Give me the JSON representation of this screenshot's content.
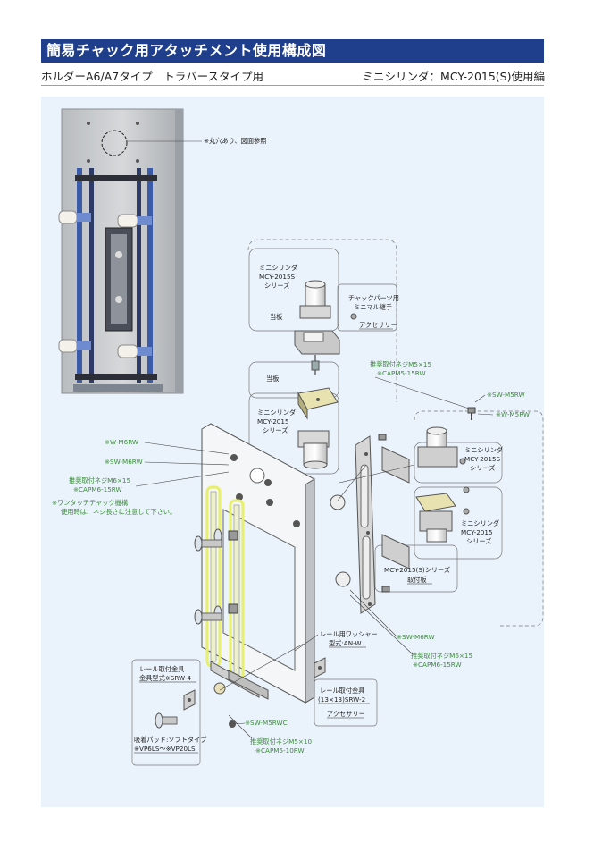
{
  "header": {
    "title": "簡易チャック用アタッチメント使用構成図",
    "subtitle_left": "ホルダーA6/A7タイプ　トラバースタイプ用",
    "subtitle_right": "ミニシリンダ：MCY-2015(S)使用編"
  },
  "labels": {
    "hole_note": "※丸穴あり、図面参照",
    "mini_cyl_s_top": [
      "ミニシリンダ",
      "MCY-2015S",
      "シリーズ"
    ],
    "chuck_joint": [
      "チャックパーツ用",
      "ミニマル継手"
    ],
    "accessory_1": "アクセサリー",
    "plate_1": "当板",
    "plate_2": "当板",
    "mini_cyl_mid": [
      "ミニシリンダ",
      "MCY-2015",
      "シリーズ"
    ],
    "screw_m5_rec": "推奨取付ネジM5×15",
    "screw_m5_part": "※CAPM5-15RW",
    "sw_m5rw": "※SW-M5RW",
    "w_m5rw": "※W-M5RW",
    "w_m6rw": "※W-M6RW",
    "sw_m6rw": "※SW-M6RW",
    "screw_m6_rec": "推奨取付ネジM6×15",
    "screw_m6_part": "※CAPM6-15RW",
    "one_touch_note": [
      "※ワンタッチチャック機構",
      "使用時は、ネジ長さに注意して下さい。"
    ],
    "mini_cyl_s_right": [
      "ミニシリンダ",
      "MCY-2015S",
      "シリーズ"
    ],
    "mini_cyl_right": [
      "ミニシリンダ",
      "MCY-2015",
      "シリーズ"
    ],
    "mount_plate": [
      "MCY-2015(S)シリーズ",
      "取付板"
    ],
    "sw_m6rw_2": "※SW-M6RW",
    "screw_m6_rec_2": "推奨取付ネジM6×15",
    "screw_m6_part_2": "※CAPM6-15RW",
    "rail_washer": [
      "レール用ワッシャー",
      "型式:AN-W"
    ],
    "rail_bracket_left": [
      "レール取付金具",
      "金具型式※SRW-4"
    ],
    "rail_bracket_right": [
      "レール取付金具",
      "(13×13)SRW-2"
    ],
    "accessory_2": "アクセサリー",
    "sw_m5rwc": "※SW-M5RWC",
    "screw_m5_rec_2": "推奨取付ネジM5×10",
    "screw_m5_part_2": "※CAPM5-10RW",
    "suction_pad": [
      "吸着パッド:ソフトタイプ",
      "※VP6LS～※VP20LS"
    ]
  },
  "colors": {
    "title_bg": "#1f3f8c",
    "panel_bg": "#eaf3fb",
    "green_text": "#3a8a3a",
    "highlight_yellow": "#e8ef6a"
  }
}
